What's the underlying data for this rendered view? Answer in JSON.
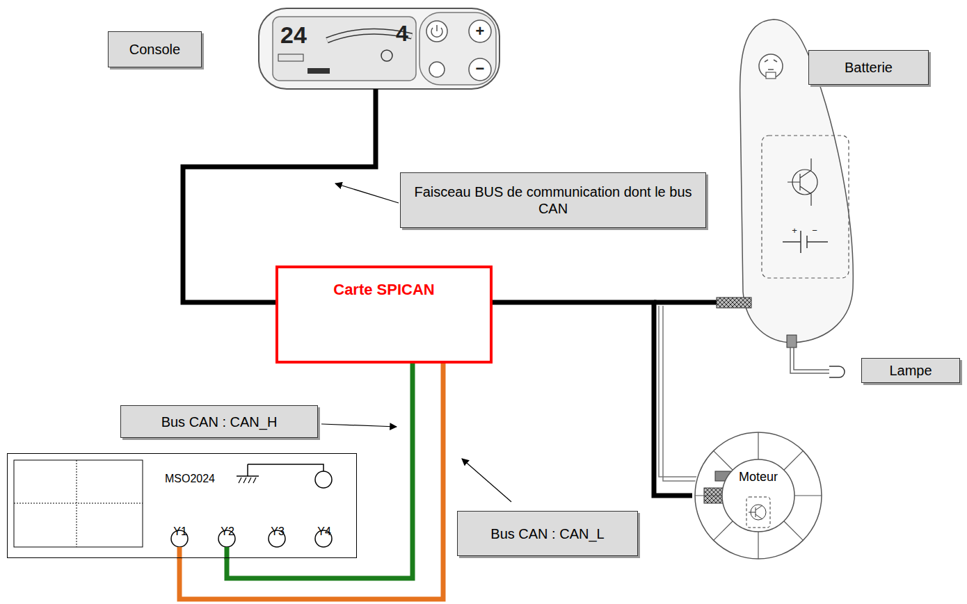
{
  "diagram": {
    "nodes": [
      {
        "text": [
          "Console"
        ]
      },
      {
        "text": [
          "Batterie"
        ]
      },
      {
        "text": [
          "Faisceau BUS de communication dont le bus CAN"
        ]
      },
      {
        "text": [
          "Carte SPICAN"
        ]
      },
      {
        "text": [
          "Lampe"
        ]
      },
      {
        "text": [
          "Bus CAN : CAN_H"
        ]
      },
      {
        "text": [
          "MSO2024",
          "Y1",
          "Y2",
          "Y3",
          "Y4"
        ]
      },
      {
        "text": [
          "Bus CAN : CAN_L"
        ]
      },
      {
        "text": [
          "Moteur"
        ]
      }
    ],
    "edges": [
      {
        "from": 3,
        "to": 8,
        "arrow": "none"
      },
      {
        "from": 3,
        "to": 6,
        "arrow": "none"
      },
      {
        "from": 3,
        "to": 6,
        "arrow": "none"
      }
    ],
    "labels": [
      "24",
      "4",
      "+",
      "−",
      "+",
      "−"
    ]
  }
}
